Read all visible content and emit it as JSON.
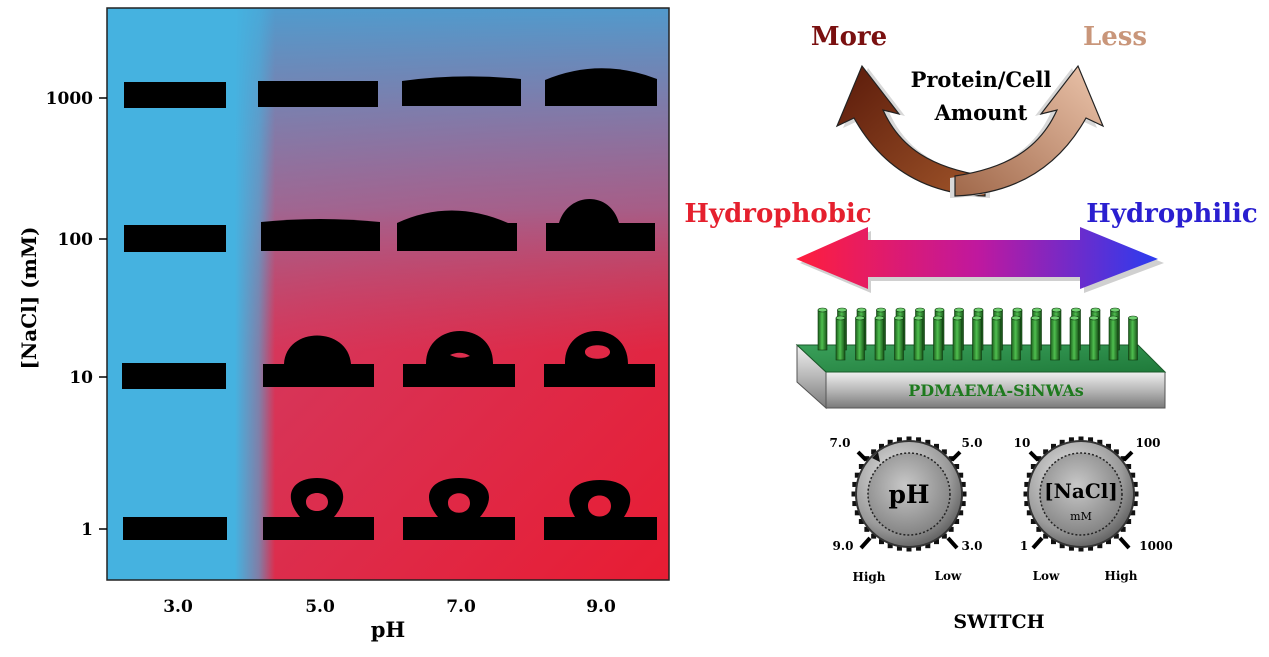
{
  "left_panel": {
    "x_axis_title": "pH",
    "y_axis_title": "[NaCl] (mM)",
    "x_ticks": [
      "3.0",
      "5.0",
      "7.0",
      "9.0"
    ],
    "y_ticks": [
      "1000",
      "100",
      "10",
      "1"
    ],
    "colors": {
      "hydrophilic_blue": "#3fb8e8",
      "hydrophobic_red": "#e5203c",
      "droplet": "#000000"
    }
  },
  "chart_data": {
    "type": "heatmap",
    "title": "",
    "xlabel": "pH",
    "ylabel": "[NaCl] (mM)",
    "x": [
      "3.0",
      "5.0",
      "7.0",
      "9.0"
    ],
    "y": [
      "1000",
      "100",
      "10",
      "1"
    ],
    "y_scale": "log",
    "grid": false
  },
  "right_panel": {
    "more_label": "More",
    "less_label": "Less",
    "protein_line1": "Protein/Cell",
    "protein_line2": "Amount",
    "hydrophobic_label": "Hydrophobic",
    "hydrophilic_label": "Hydrophilic",
    "substrate_label": "PDMAEMA-SiNWAs",
    "switch_title": "SWITCH",
    "ph_knob": {
      "center": "pH",
      "top_left": "7.0",
      "top_right": "5.0",
      "bottom_left": "9.0",
      "bottom_right": "3.0",
      "low_high_left": "High",
      "low_high_right": "Low"
    },
    "nacl_knob": {
      "center": "[NaCl]",
      "unit": "mM",
      "top_left": "10",
      "top_right": "100",
      "bottom_left": "1",
      "bottom_right": "1000",
      "low_high_left": "Low",
      "low_high_right": "High"
    },
    "colors": {
      "more": "#7a1010",
      "less": "#c9967a",
      "hydrophobic": "#e5202e",
      "hydrophilic": "#2a1fd0",
      "substrate_text": "#1e7a1e",
      "nanowire": "#2e8b2e"
    }
  }
}
